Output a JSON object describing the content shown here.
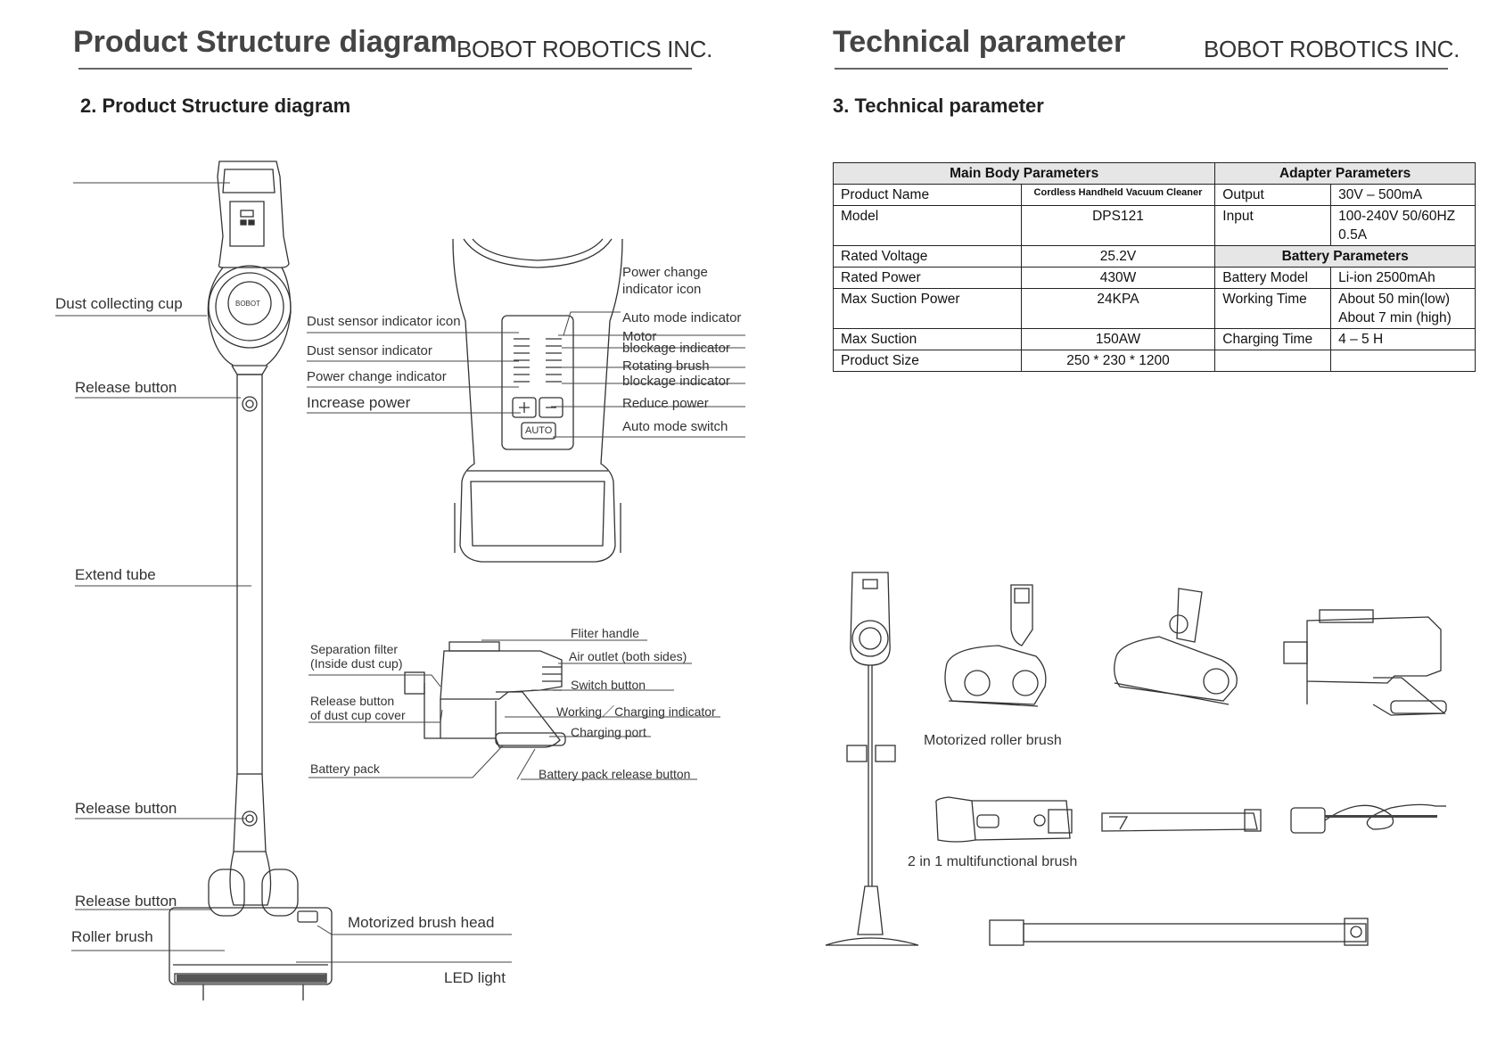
{
  "left_page": {
    "header_title": "Product Structure diagram",
    "company": "BOBOT ROBOTICS INC.",
    "section_title": "2. Product Structure diagram",
    "vacuum_labels": {
      "dust_cup": "Dust collecting cup",
      "release1": "Release button",
      "extend_tube": "Extend tube",
      "release2": "Release button",
      "release3": "Release button",
      "roller_brush": "Roller brush",
      "motor_head": "Motorized brush head",
      "led_light": "LED light",
      "logo_text": "BOBOT"
    },
    "panel_labels": {
      "dust_icon": "Dust sensor indicator icon",
      "dust_ind": "Dust sensor indicator",
      "power_ind": "Power change indicator",
      "inc_power": "Increase power",
      "power_icon_1": "Power change",
      "power_icon_2": "indicator icon",
      "auto_ind": "Auto mode indicator",
      "motor_1": "Motor",
      "motor_2": "blockage indicator",
      "rot_1": "Rotating brush",
      "rot_2": "blockage indicator",
      "reduce": "Reduce power",
      "auto_switch": "Auto mode switch",
      "auto_btn": "AUTO"
    },
    "handheld_labels": {
      "sep_1": "Separation filter",
      "sep_2": "(Inside dust cup)",
      "rel_1": "Release button",
      "rel_2": "of dust cup cover",
      "battery": "Battery pack",
      "filter_handle": "Fliter handle",
      "air_outlet": "Air outlet (both sides)",
      "switch": "Switch button",
      "working": "Working／Charging indicator",
      "charging_port": "Charging port",
      "battery_release": "Battery pack release button"
    }
  },
  "right_page": {
    "header_title": "Technical parameter",
    "company": "BOBOT ROBOTICS INC.",
    "section_title": "3. Technical parameter",
    "table": {
      "main_header": "Main Body Parameters",
      "adapter_header": "Adapter Parameters",
      "battery_header": "Battery Parameters",
      "r1": {
        "k": "Product Name",
        "v": "Cordless Handheld Vacuum Cleaner",
        "k2": "Output",
        "v2": "30V – 500mA"
      },
      "r2": {
        "k": "Model",
        "v": "DPS121",
        "k2": "Input",
        "v2a": "100-240V 50/60HZ",
        "v2b": "0.5A"
      },
      "r3": {
        "k": "Rated Voltage",
        "v": "25.2V"
      },
      "r4": {
        "k": "Rated Power",
        "v": "430W",
        "k2": "Battery Model",
        "v2": "Li-ion 2500mAh"
      },
      "r5": {
        "k": "Max Suction Power",
        "v": "24KPA",
        "k2": "Working Time",
        "v2a": "About 50 min(low)",
        "v2b": "About 7 min (high)"
      },
      "r6": {
        "k": "Max Suction",
        "v": "150AW",
        "k2": "Charging Time",
        "v2": "4 – 5 H"
      },
      "r7": {
        "k": "Product Size",
        "v": "250 * 230 * 1200"
      }
    },
    "accessory_labels": {
      "roller": "Motorized roller brush",
      "multi": "2 in 1 multifunctional brush"
    }
  }
}
